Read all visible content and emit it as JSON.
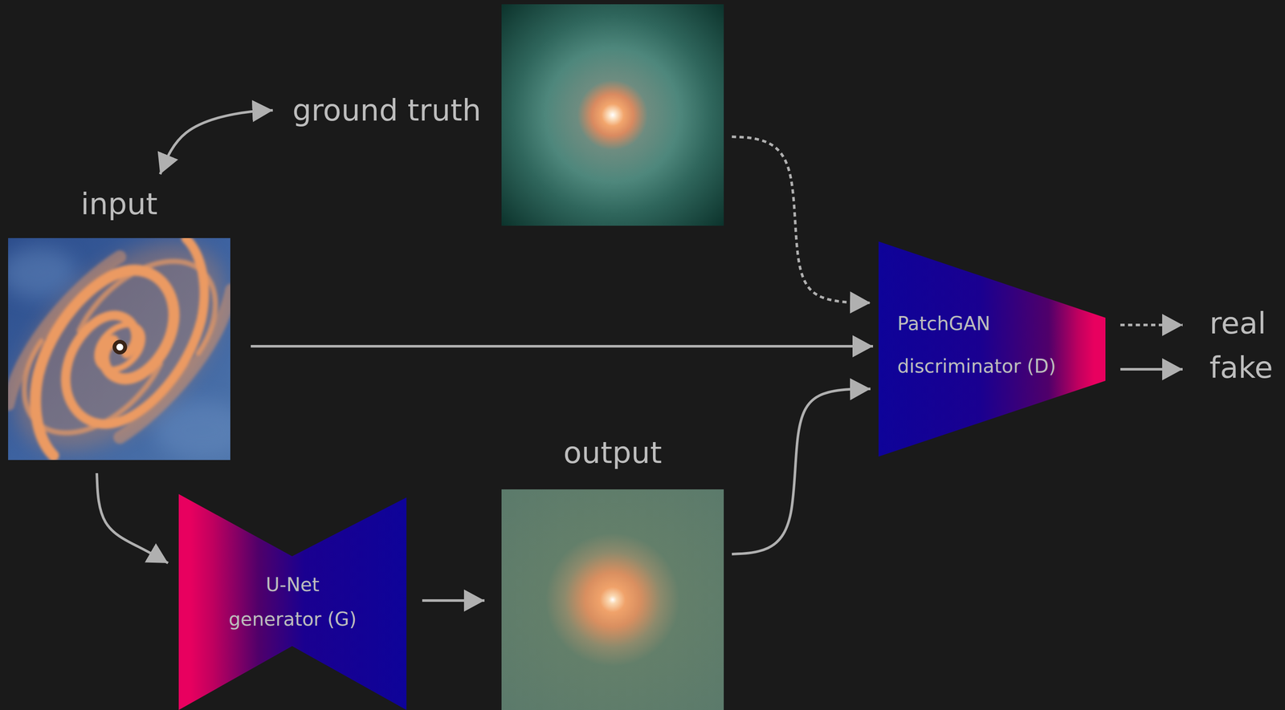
{
  "diagram": {
    "nodes": [
      {
        "text": [
          "input"
        ]
      },
      {
        "text": [
          "ground truth"
        ]
      },
      {
        "text": [
          "U-Net generator (G)"
        ]
      },
      {
        "text": [
          "output"
        ]
      },
      {
        "text": [
          "PatchGAN discriminator (D)"
        ]
      },
      {
        "text": [
          "real"
        ]
      },
      {
        "text": [
          "fake"
        ]
      }
    ],
    "edges": [
      {
        "from": 0,
        "to": 1,
        "arrow": "both"
      },
      {
        "from": 0,
        "to": 2,
        "arrow": "to"
      },
      {
        "from": 2,
        "to": 3,
        "arrow": "to"
      },
      {
        "from": 0,
        "to": 4,
        "arrow": "to"
      },
      {
        "from": 1,
        "to": 4,
        "arrow": "to"
      },
      {
        "from": 3,
        "to": 4,
        "arrow": "to"
      },
      {
        "from": 4,
        "to": 5,
        "arrow": "to"
      },
      {
        "from": 4,
        "to": 6,
        "arrow": "to"
      }
    ]
  }
}
